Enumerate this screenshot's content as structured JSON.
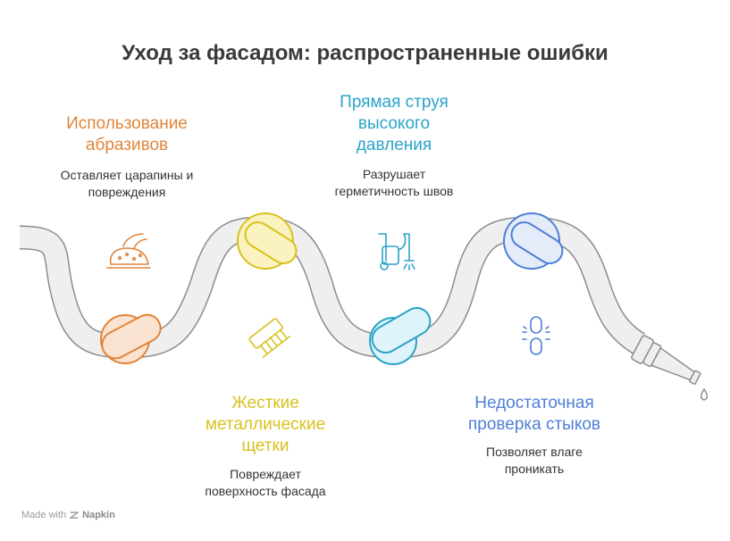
{
  "title": "Уход за фасадом: распространенные ошибки",
  "colors": {
    "orange": "#e0843a",
    "yellow": "#d8c21e",
    "teal": "#2ba3c9",
    "blue": "#4f7fd6",
    "hose": "#efefef",
    "outline": "#8c8c8c"
  },
  "items": [
    {
      "label": "Использование\nабразивов",
      "desc": "Оставляет царапины и\nповреждения",
      "icon": "hand-scrubbing-icon"
    },
    {
      "label": "Жесткие\nметаллические\nщетки",
      "desc": "Повреждает\nповерхность фасада",
      "icon": "brush-icon"
    },
    {
      "label": "Прямая струя\nвысокого\nдавления",
      "desc": "Разрушает\nгерметичность швов",
      "icon": "pressure-washer-icon"
    },
    {
      "label": "Недостаточная\nпроверка стыков",
      "desc": "Позволяет влаге\nпроникать",
      "icon": "broken-link-icon"
    }
  ],
  "footer": {
    "made_with": "Made with",
    "brand": "Napkin"
  }
}
